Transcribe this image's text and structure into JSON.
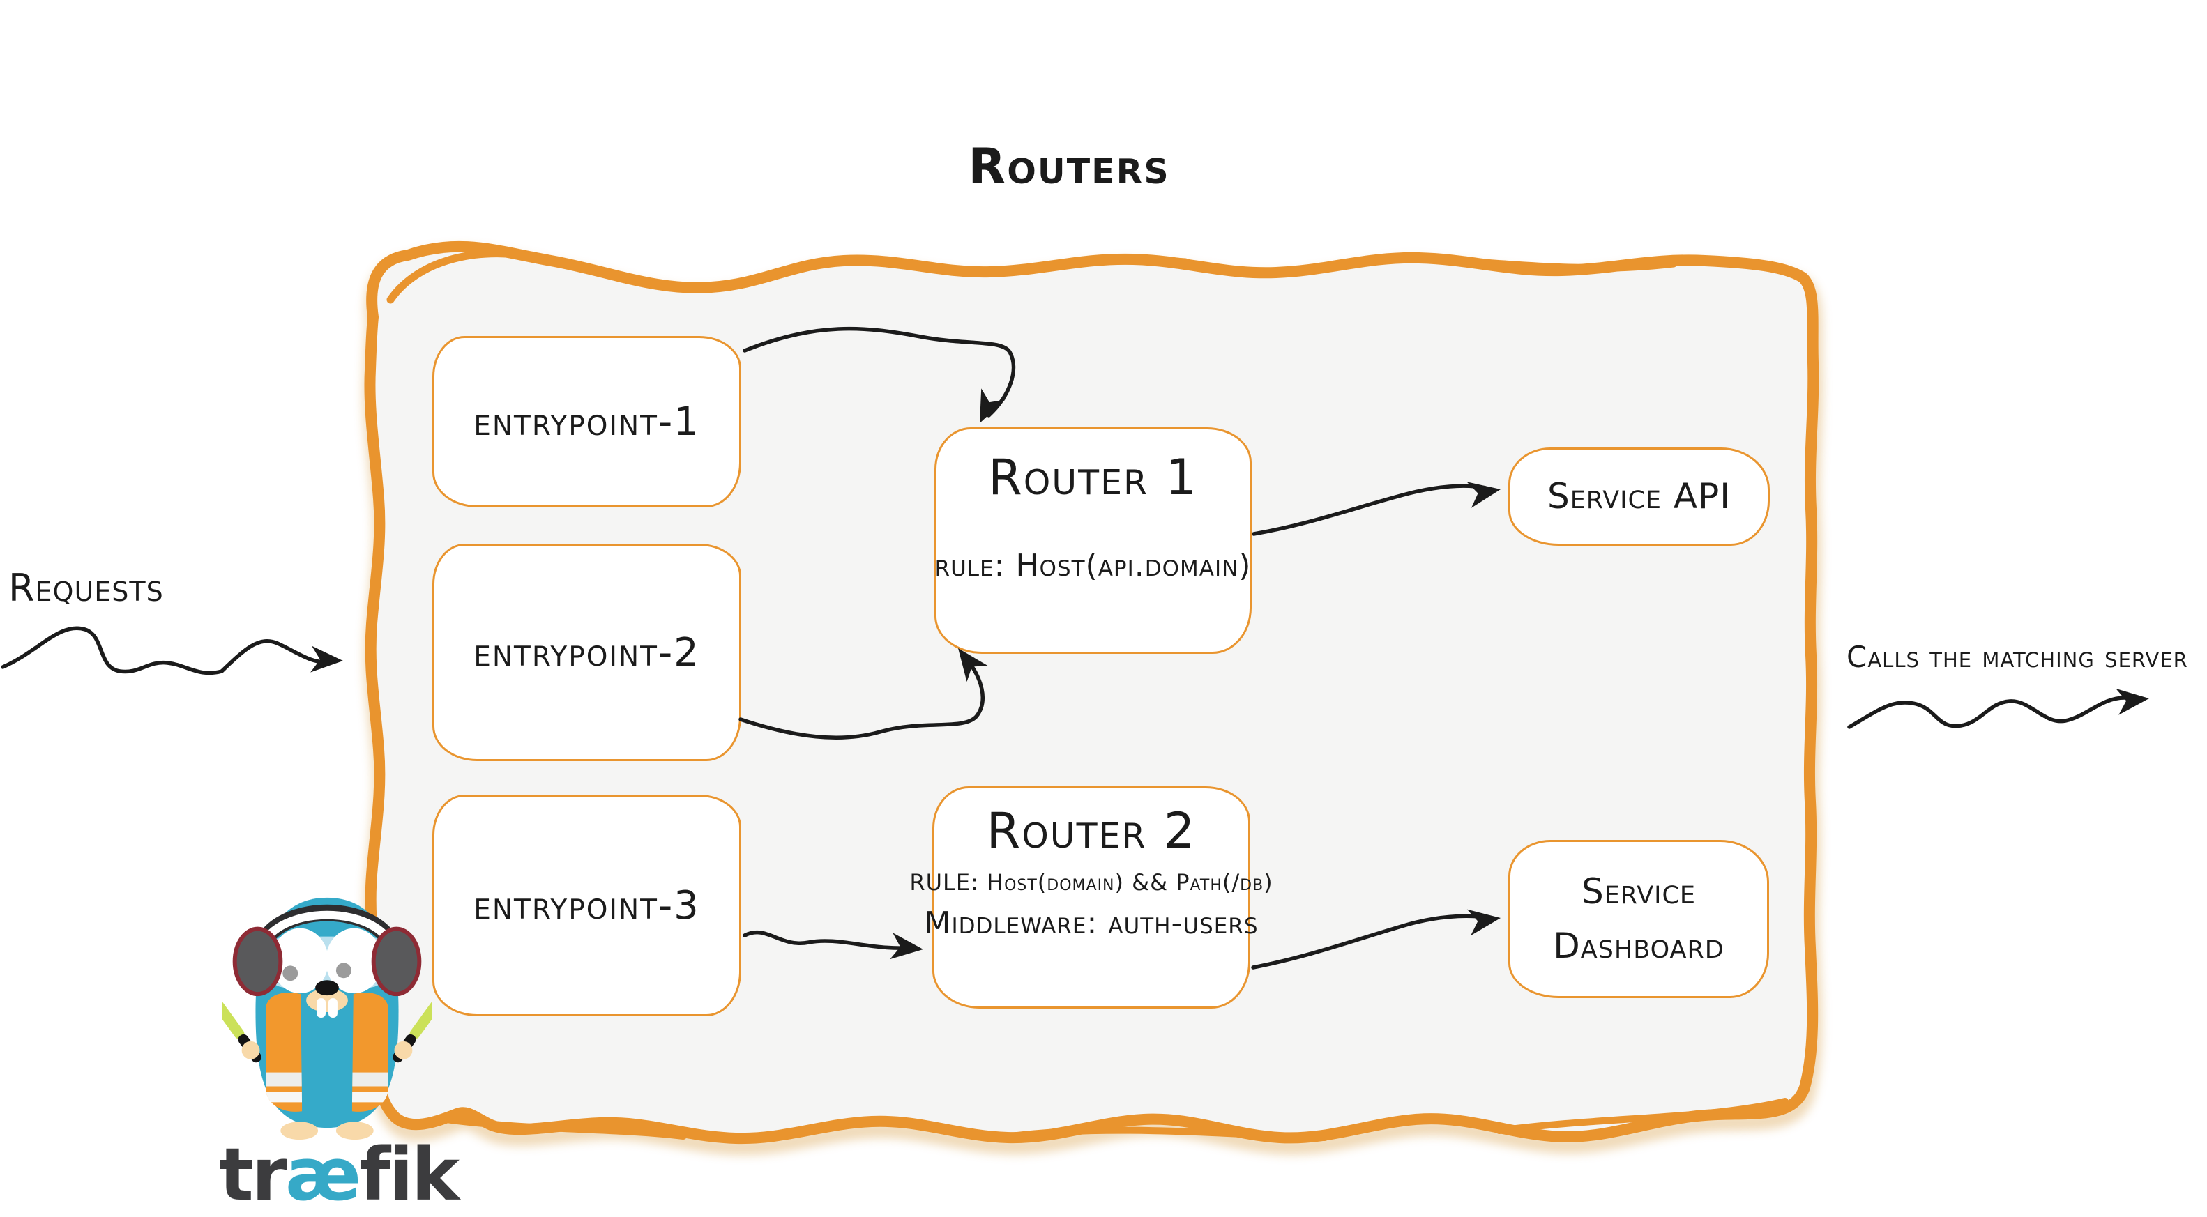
{
  "title": "Routers",
  "side_labels": {
    "requests": "Requests",
    "calls_matching_server": "Calls the matching server"
  },
  "entrypoints": [
    {
      "label": "entrypoint-1"
    },
    {
      "label": "entrypoint-2"
    },
    {
      "label": "entrypoint-3"
    }
  ],
  "routers": [
    {
      "name": "Router 1",
      "rule": "rule: Host(api.domain)"
    },
    {
      "name": "Router 2",
      "rule": "RULE: Host(domain) && Path(/db)",
      "middleware": "Middleware: auth-users"
    }
  ],
  "services": [
    {
      "name": "Service API"
    },
    {
      "name": "Service Dashboard"
    }
  ],
  "logo": {
    "pre": "tr",
    "ligature": "æ",
    "post": "fik"
  },
  "colors": {
    "accent_orange": "#E9942E",
    "panel_background": "#F5F5F4",
    "ink": "#1B1B1B",
    "logo_blue": "#36A9C7",
    "gopher_blue": "#35AAC9",
    "vest_orange": "#F2982D",
    "baton_green": "#CBE159"
  }
}
